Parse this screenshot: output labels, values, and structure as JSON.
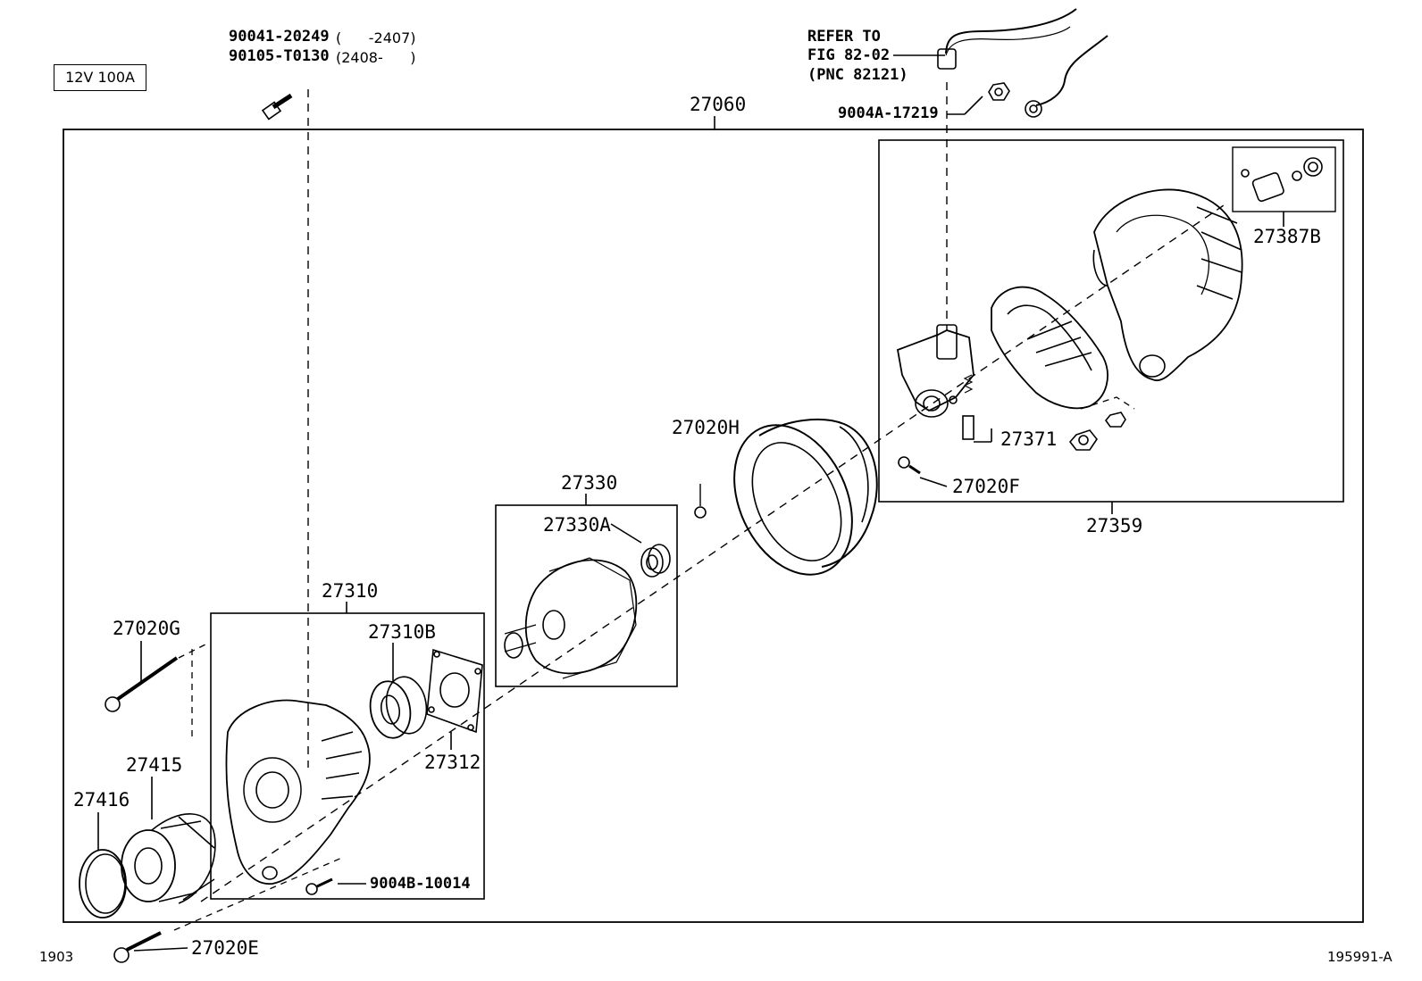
{
  "spec_box": "12V 100A",
  "bolt_top": {
    "line1_part": "90041-20249",
    "line1_range": "(      -2407)",
    "line2_part": "90105-T0130",
    "line2_range": "(2408-      )"
  },
  "refer_note": {
    "line1": "REFER TO",
    "line2": "FIG 82-02",
    "line3": "(PNC 82121)"
  },
  "part_numbers": {
    "p27060": "27060",
    "p9004A": "9004A-17219",
    "p27387B": "27387B",
    "p27371": "27371",
    "p27020F": "27020F",
    "p27359": "27359",
    "p27020H": "27020H",
    "p27330": "27330",
    "p27330A": "27330A",
    "p27310": "27310",
    "p27310B": "27310B",
    "p27312": "27312",
    "p27020G": "27020G",
    "p27415": "27415",
    "p27416": "27416",
    "p9004B": "9004B-10014",
    "p27020E": "27020E"
  },
  "footer": {
    "left_code": "1903",
    "right_code": "195991-A"
  }
}
